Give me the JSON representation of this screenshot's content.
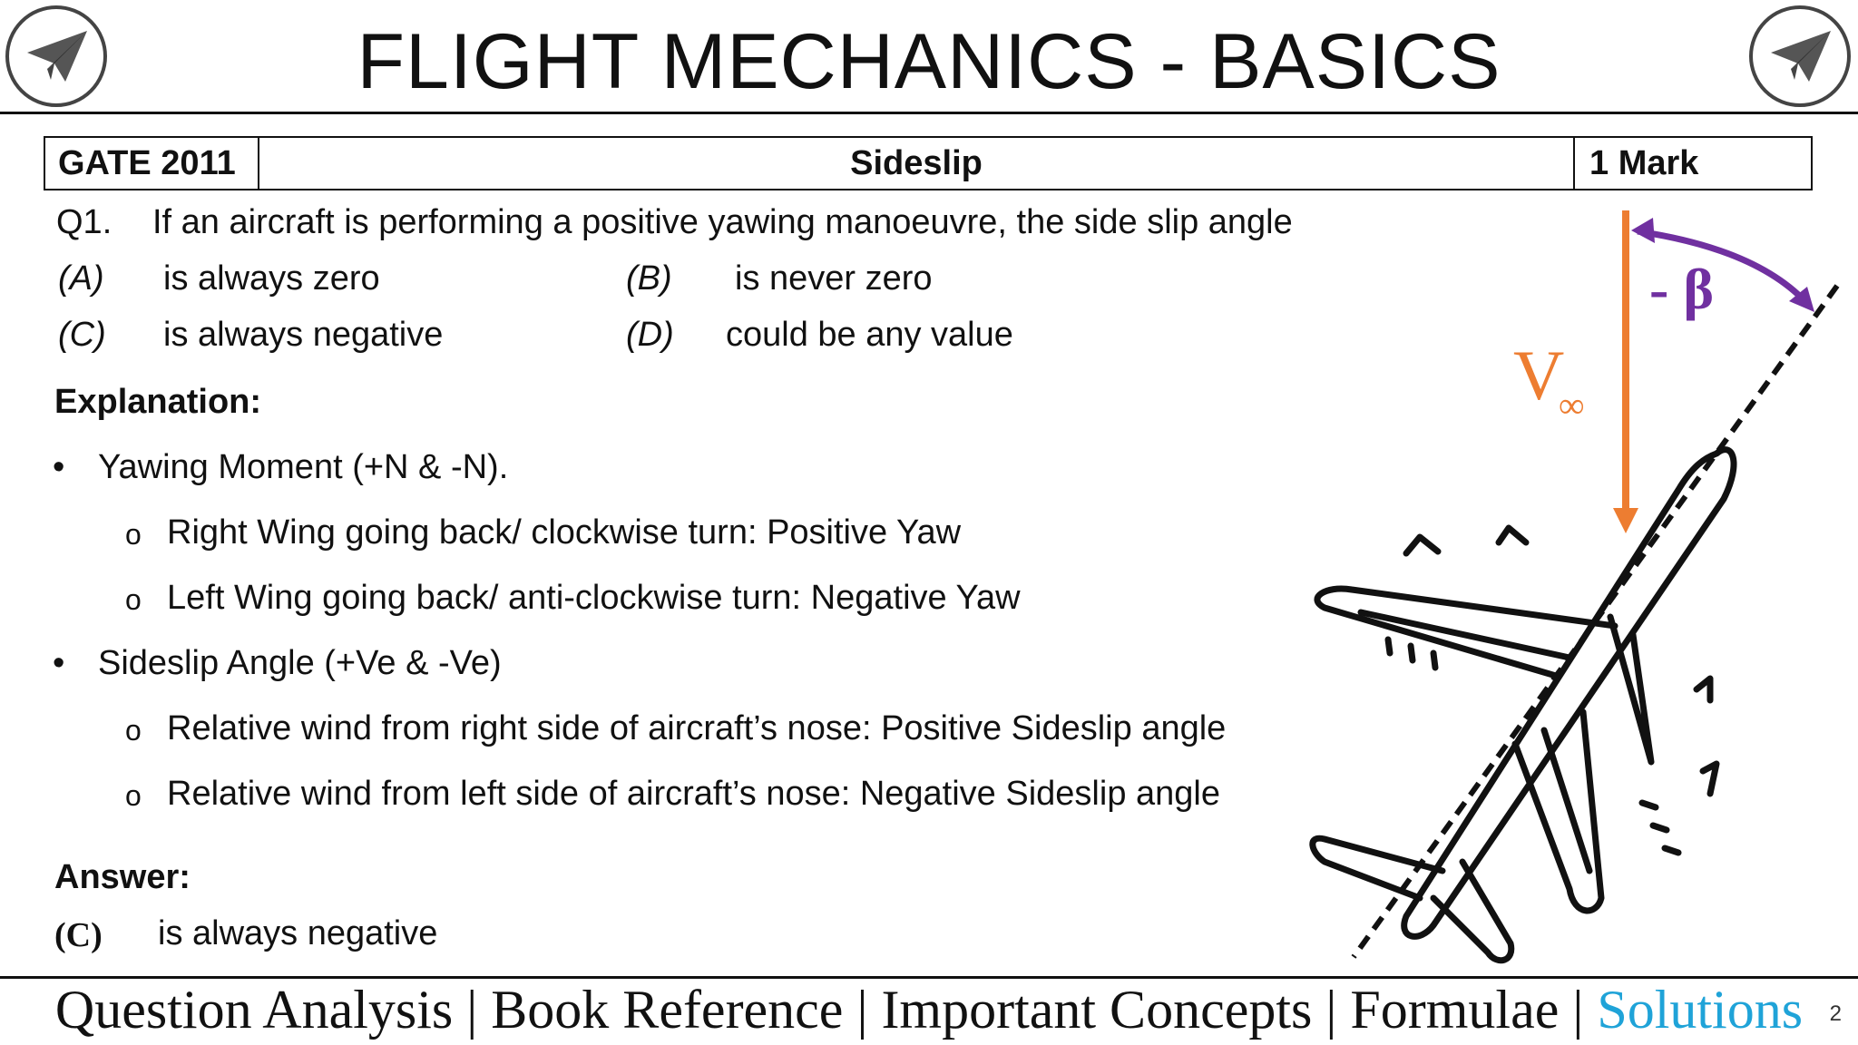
{
  "header": {
    "title": "FLIGHT MECHANICS - BASICS"
  },
  "question_header": {
    "exam": "GATE 2011",
    "topic": "Sideslip",
    "marks": "1 Mark"
  },
  "question": {
    "number": "Q1.",
    "text": "If an aircraft is performing a positive yawing manoeuvre, the side slip angle",
    "options": [
      {
        "key": "(A)",
        "text": "is always zero"
      },
      {
        "key": "(B)",
        "text": "is never zero"
      },
      {
        "key": "(C)",
        "text": "is always negative"
      },
      {
        "key": "(D)",
        "text": "could be any value"
      }
    ]
  },
  "explanation": {
    "heading": "Explanation:",
    "bullets": [
      {
        "text": "Yawing Moment (+N & -N).",
        "subs": [
          "Right Wing going back/ clockwise turn: Positive Yaw",
          "Left Wing going back/ anti-clockwise turn: Negative Yaw"
        ]
      },
      {
        "text": "Sideslip Angle (+Ve & -Ve)",
        "subs": [
          "Relative wind from right side of aircraft’s nose: Positive Sideslip angle",
          "Relative wind from left side of aircraft’s nose: Negative Sideslip angle"
        ]
      }
    ],
    "bullet_symbol": "•",
    "sub_bullet_symbol": "o"
  },
  "answer": {
    "heading": "Answer:",
    "key": "(C)",
    "text": "is always negative"
  },
  "diagram": {
    "velocity_label": "V",
    "velocity_subscript": "∞",
    "angle_label": "- β",
    "velocity_color": "#ed7d31",
    "angle_color": "#7030a0"
  },
  "footer": {
    "items": [
      "Question Analysis",
      "Book Reference",
      "Important Concepts",
      "Formulae",
      "Solutions"
    ],
    "separator": " | ",
    "highlight_color": "#1fa3d8",
    "page_number": "2"
  },
  "icons": {
    "logo": "paper-plane-icon"
  }
}
